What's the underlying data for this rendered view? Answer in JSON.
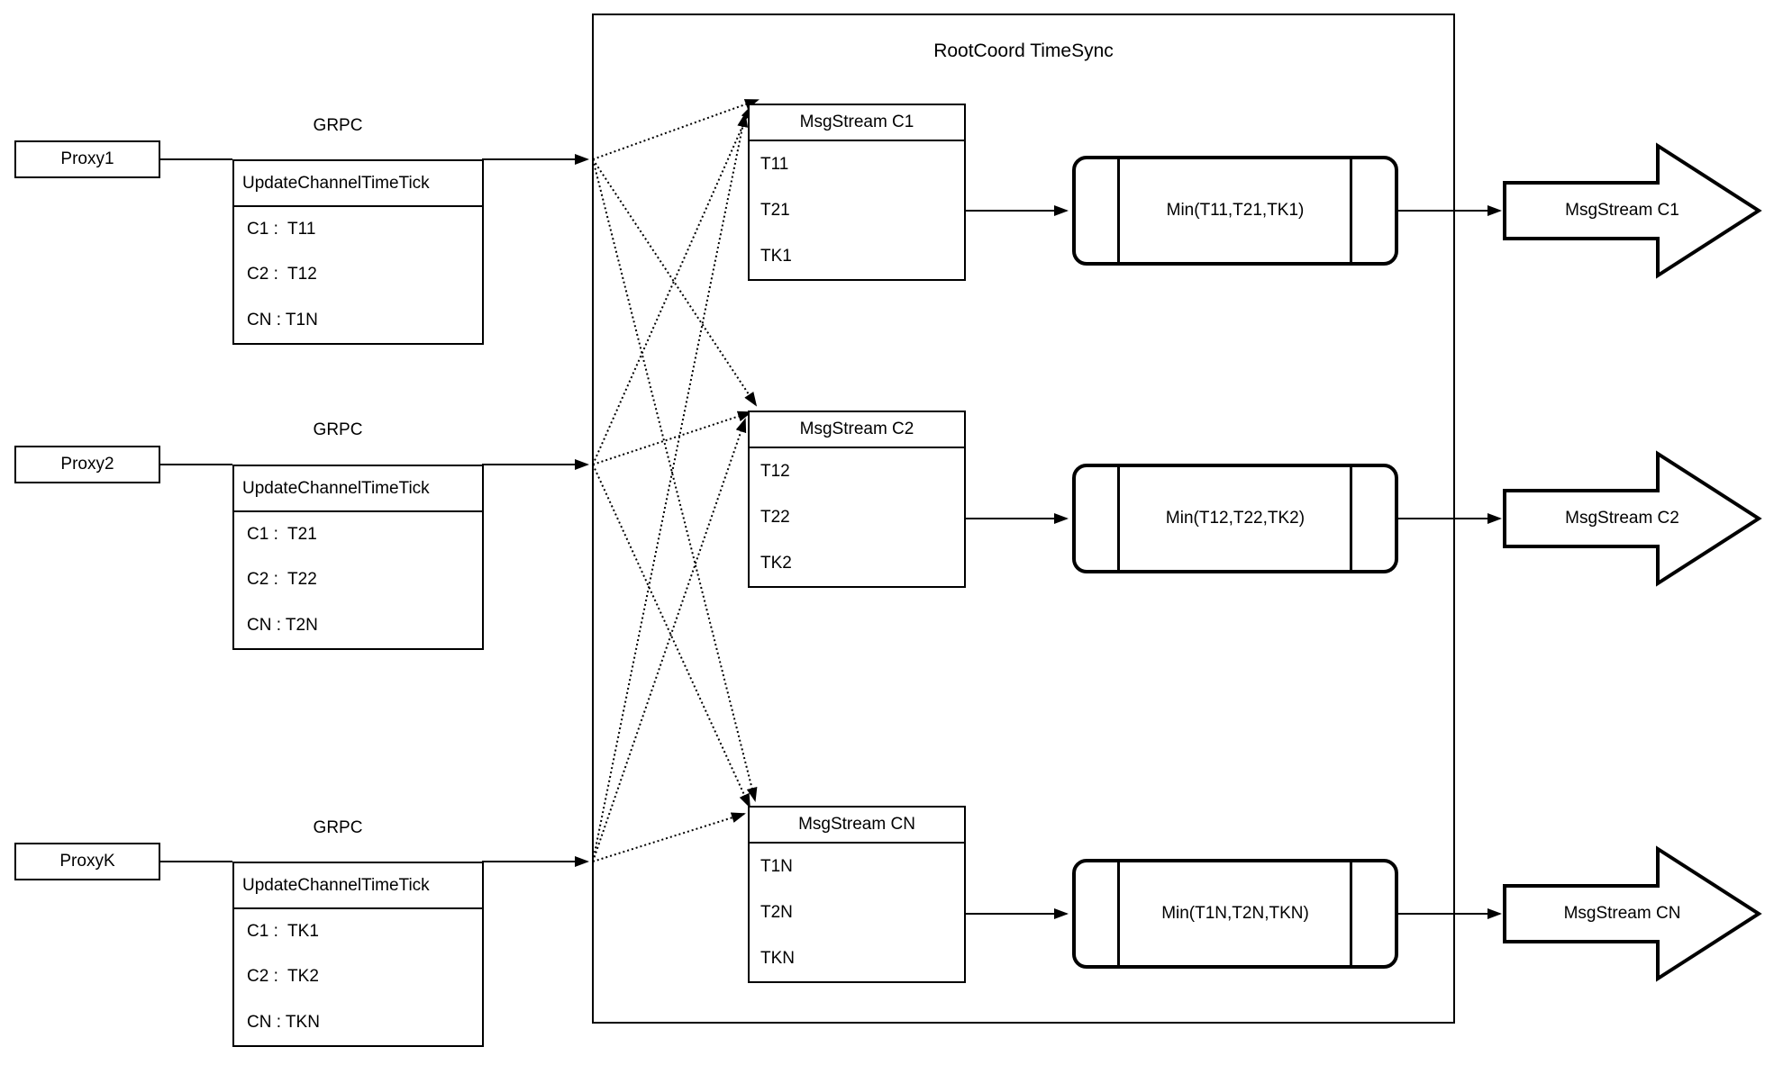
{
  "diagram": {
    "title": "RootCoord TimeSync",
    "colors": {
      "stroke": "#000000",
      "background": "#ffffff"
    },
    "proxies": [
      {
        "label": "Proxy1",
        "protocol": "GRPC",
        "table": {
          "header": "UpdateChannelTimeTick",
          "rows": [
            "C1 :  T11",
            "C2 :  T12",
            "CN : T1N"
          ]
        }
      },
      {
        "label": "Proxy2",
        "protocol": "GRPC",
        "table": {
          "header": "UpdateChannelTimeTick",
          "rows": [
            "C1 :  T21",
            "C2 :  T22",
            "CN : T2N"
          ]
        }
      },
      {
        "label": "ProxyK",
        "protocol": "GRPC",
        "table": {
          "header": "UpdateChannelTimeTick",
          "rows": [
            "C1 :  TK1",
            "C2 :  TK2",
            "CN : TKN"
          ]
        }
      }
    ],
    "msgstreams": [
      {
        "title": "MsgStream C1",
        "rows": [
          "T11",
          "T21",
          "TK1"
        ]
      },
      {
        "title": "MsgStream C2",
        "rows": [
          "T12",
          "T22",
          "TK2"
        ]
      },
      {
        "title": "MsgStream CN",
        "rows": [
          "T1N",
          "T2N",
          "TKN"
        ]
      }
    ],
    "min_ops": [
      "Min(T11,T21,TK1)",
      "Min(T12,T22,TK2)",
      "Min(T1N,T2N,TKN)"
    ],
    "outputs": [
      "MsgStream C1",
      "MsgStream C2",
      "MsgStream CN"
    ]
  }
}
